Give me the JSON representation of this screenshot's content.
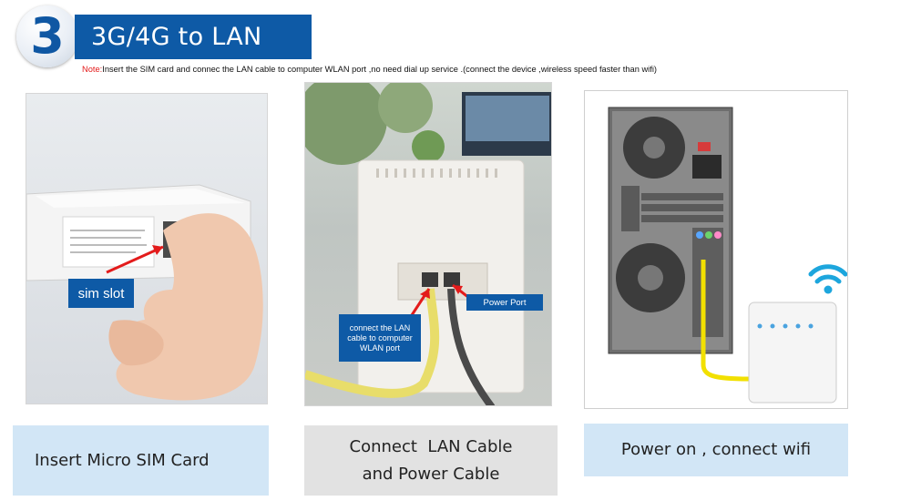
{
  "header": {
    "step_number": "3",
    "title": "3G/4G to LAN",
    "note_label": "Note:",
    "note_text": "Insert the SIM card and connec the LAN cable to computer WLAN port ,no need dial up service .(connect the device ,wireless speed faster than wifi)"
  },
  "panels": [
    {
      "callouts": [
        "sim slot"
      ],
      "caption": "Insert Micro SIM Card"
    },
    {
      "callouts": [
        "connect the LAN cable to computer WLAN port",
        "Power Port"
      ],
      "caption_line1": "Connect  LAN Cable",
      "caption_line2": "and Power Cable"
    },
    {
      "caption": "Power on , connect wifi"
    }
  ],
  "colors": {
    "brand_blue": "#0e5aa6",
    "caption_blue": "#d2e6f6",
    "caption_gray": "#e2e2e2",
    "arrow_red": "#e31b1b",
    "wifi_blue": "#1da6dd"
  },
  "icons": [
    "wifi-icon",
    "arrow-icon"
  ]
}
